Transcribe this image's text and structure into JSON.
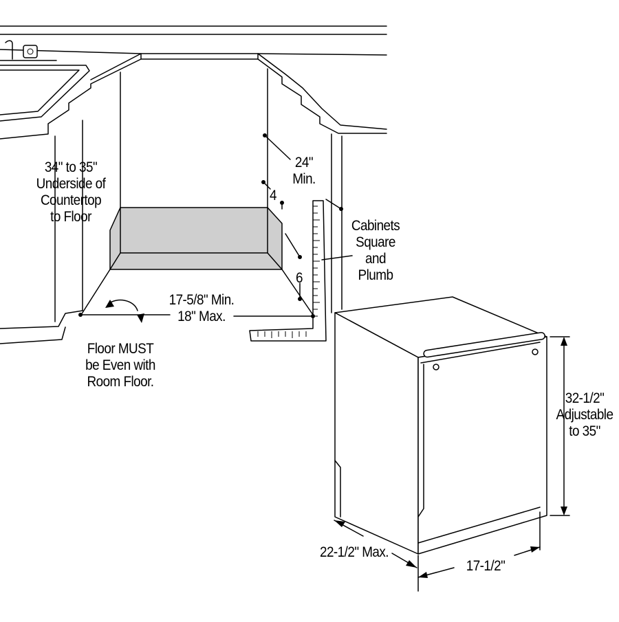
{
  "labels": {
    "countertop_height": [
      "34\" to 35\"",
      "Underside of",
      "Countertop",
      "to Floor"
    ],
    "depth_min": [
      "24\"",
      "Min."
    ],
    "dim_4": "4",
    "dim_6": "6",
    "cabinets": [
      "Cabinets",
      "Square",
      "and",
      "Plumb"
    ],
    "width_range": [
      "17-5/8\" Min.",
      "18\" Max."
    ],
    "floor_note": [
      "Floor MUST",
      "be Even with",
      "Room Floor."
    ],
    "height_adjustable": [
      "32-1/2\"",
      "Adjustable",
      "to 35\""
    ],
    "depth_max": "22-1/2\" Max.",
    "unit_width": "17-1/2\""
  }
}
